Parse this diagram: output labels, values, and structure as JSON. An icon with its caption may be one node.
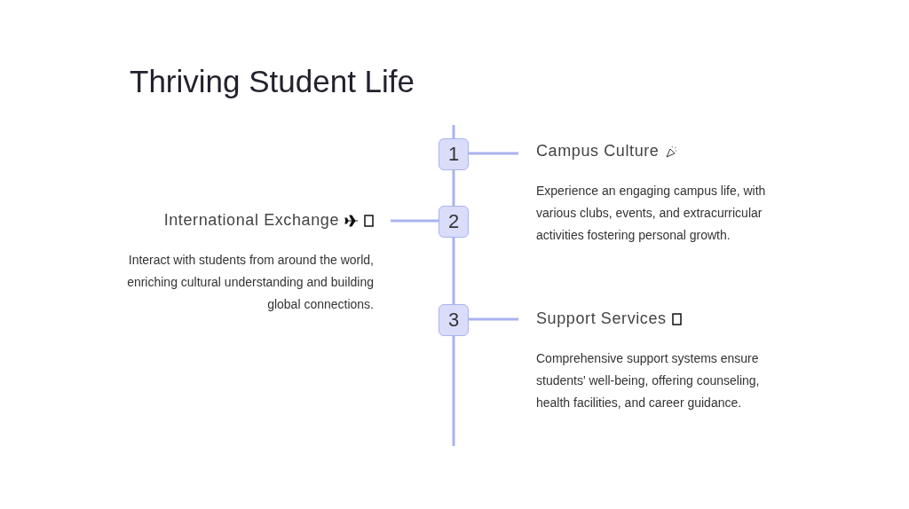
{
  "diagram": {
    "title": "Thriving Student Life",
    "nodes": [
      {
        "text": [
          "1"
        ]
      },
      {
        "text": [
          "Campus Culture",
          "Experience an engaging campus life, with various clubs, events, and extracurricular activities fostering personal growth."
        ]
      },
      {
        "text": [
          "2"
        ]
      },
      {
        "text": [
          "International Exchange",
          "Interact with students from around the world, enriching cultural understanding and building global connections."
        ]
      },
      {
        "text": [
          "3"
        ]
      },
      {
        "text": [
          "Support Services",
          "Comprehensive support systems ensure students' well-being, offering counseling, health facilities, and career guidance."
        ]
      }
    ],
    "edges": [
      {
        "from": 0,
        "to": 1,
        "arrow": "none"
      },
      {
        "from": 2,
        "to": 3,
        "arrow": "none"
      },
      {
        "from": 4,
        "to": 5,
        "arrow": "none"
      },
      {
        "from": 0,
        "to": 2,
        "arrow": "none"
      },
      {
        "from": 2,
        "to": 4,
        "arrow": "none"
      }
    ]
  }
}
